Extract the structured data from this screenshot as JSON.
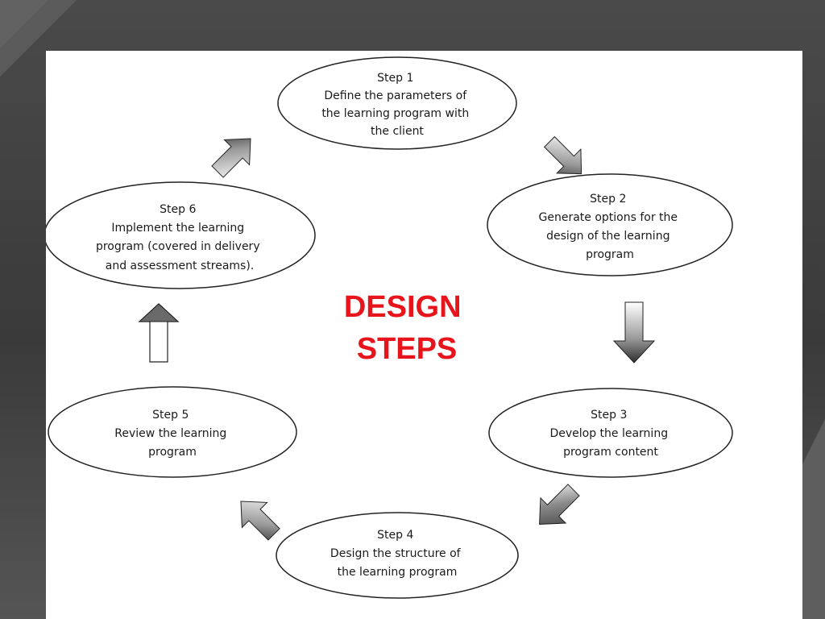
{
  "diagram": {
    "title_lines": [
      "DESIGN",
      "STEPS"
    ],
    "title_color": "#e8141c",
    "steps": [
      {
        "lines": [
          "Step 1",
          "Define the parameters of",
          "the learning program with",
          "the client"
        ]
      },
      {
        "lines": [
          "Step 2",
          "Generate options for the",
          "design of the learning",
          "program"
        ]
      },
      {
        "lines": [
          "Step 3",
          "Develop the learning",
          "program content"
        ]
      },
      {
        "lines": [
          "Step 4",
          "Design the structure of",
          "the learning program"
        ]
      },
      {
        "lines": [
          "Step 5",
          "Review the learning",
          "program"
        ]
      },
      {
        "lines": [
          "Step 6",
          "Implement the learning",
          "program (covered in delivery",
          "and assessment streams)."
        ]
      }
    ],
    "arrows": [
      {
        "from": "step-1",
        "to": "step-2",
        "icon": "arrow-down-right-icon"
      },
      {
        "from": "step-2",
        "to": "step-3",
        "icon": "arrow-down-icon"
      },
      {
        "from": "step-3",
        "to": "step-4",
        "icon": "arrow-down-left-icon"
      },
      {
        "from": "step-4",
        "to": "step-5",
        "icon": "arrow-up-left-icon"
      },
      {
        "from": "step-5",
        "to": "step-6",
        "icon": "arrow-up-icon"
      },
      {
        "from": "step-6",
        "to": "step-1",
        "icon": "arrow-up-right-icon"
      }
    ]
  }
}
